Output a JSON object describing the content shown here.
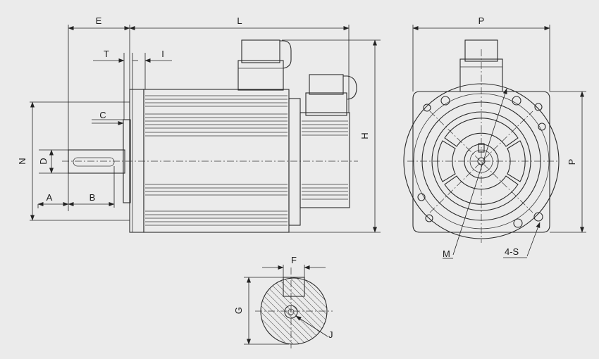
{
  "labels": {
    "E": "E",
    "L": "L",
    "T": "T",
    "I": "I",
    "C": "C",
    "D": "D",
    "N": "N",
    "H": "H",
    "A": "A",
    "B": "B",
    "P_top": "P",
    "P_side": "P",
    "M": "M",
    "S": "4-S",
    "F": "F",
    "G": "G",
    "J": "J"
  },
  "colors": {
    "background": "#ebebeb",
    "line": "#2a2a2a"
  }
}
